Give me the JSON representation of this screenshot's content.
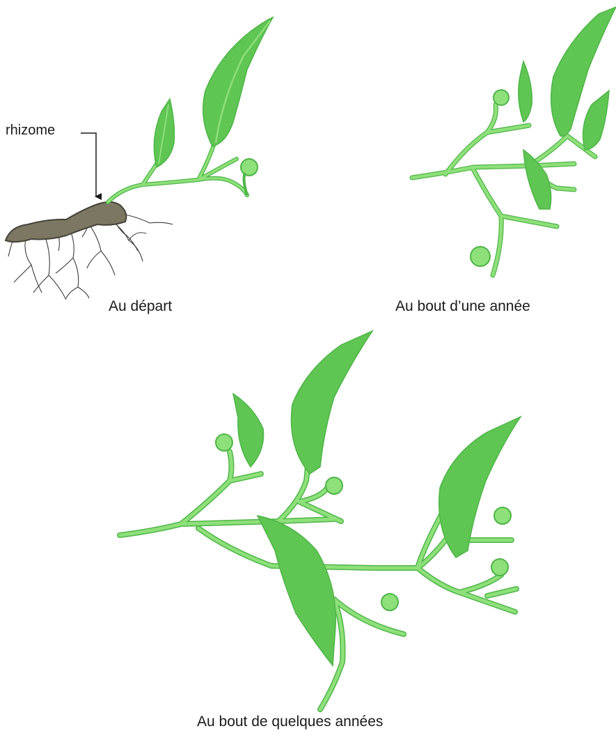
{
  "labels": {
    "rhizome": "rhizome",
    "caption_start": "Au départ",
    "caption_one_year": "Au bout d’une année",
    "caption_several_years": "Au bout de quelques années"
  },
  "colors": {
    "frond_fill": "#8ee07a",
    "frond_stroke": "#4fb548",
    "leaf_fill": "#5fc553",
    "rhizome_fill": "#7b7762",
    "rhizome_stroke": "#45433a",
    "root": "#3a3a3a",
    "text": "#1a1a1a"
  }
}
